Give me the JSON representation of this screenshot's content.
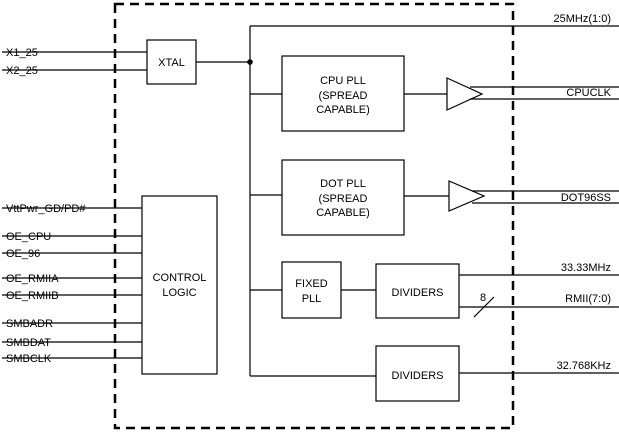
{
  "inputs": {
    "x1": "X1_25",
    "x2": "X2_25",
    "vttpwr": "VttPwr_GD/PD#",
    "oe_cpu": "OE_CPU",
    "oe_96": "OE_96",
    "oe_rmiia": "OE_RMIIA",
    "oe_rmiib": "OE_RMIIB",
    "smbadr": "SMBADR",
    "smbdat": "SMBDAT",
    "smbclk": "SMBCLK"
  },
  "blocks": {
    "xtal": "XTAL",
    "cpu_pll": [
      "CPU PLL",
      "(SPREAD",
      "CAPABLE)"
    ],
    "dot_pll": [
      "DOT PLL",
      "(SPREAD",
      "CAPABLE)"
    ],
    "fixed_pll": [
      "FIXED",
      "PLL"
    ],
    "dividers_1": "DIVIDERS",
    "dividers_2": "DIVIDERS",
    "control_logic": [
      "CONTROL",
      "LOGIC"
    ]
  },
  "outputs": {
    "mhz25": "25MHz(1:0)",
    "cpuclk": "CPUCLK",
    "dot96": "DOT96SS",
    "mhz33": "33.33MHz",
    "rmii": "RMII(7:0)",
    "khz32": "32.768KHz"
  },
  "bus_width": "8"
}
